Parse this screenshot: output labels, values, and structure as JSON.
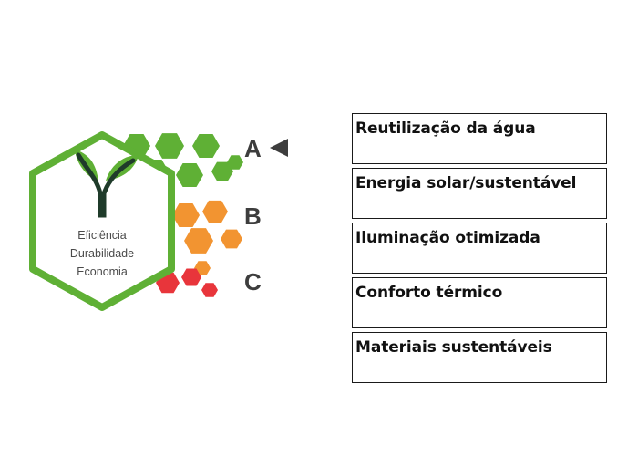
{
  "badge": {
    "motto": [
      "Eficiência",
      "Durabilidade",
      "Economia"
    ],
    "grades": [
      "A",
      "B",
      "C"
    ],
    "selected_grade": "A",
    "icon": "leaf-sprout-icon",
    "colors": {
      "green": "#5fb035",
      "orange": "#f29431",
      "red": "#e8353b",
      "leaf_dark": "#1f3b2a",
      "grade_text": "#3d3d3d"
    }
  },
  "features": [
    "Reutilização da água",
    "Energia solar/sustentável",
    "Iluminação otimizada",
    "Conforto térmico",
    "Materiais sustentáveis"
  ]
}
